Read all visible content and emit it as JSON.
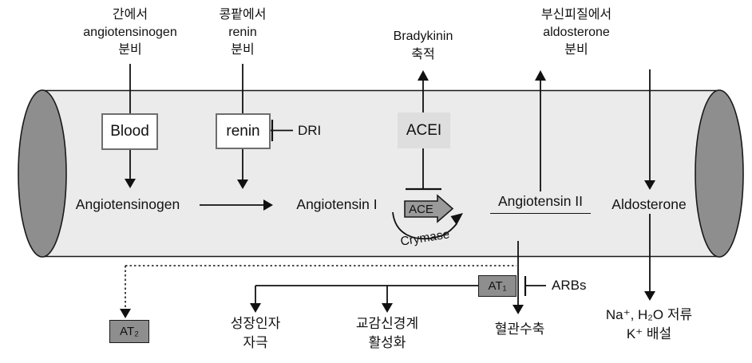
{
  "diagram": {
    "title_hint": "renin-angiotensin-aldosterone pathway",
    "top_labels": {
      "liver": {
        "line1": "간에서",
        "line2": "angiotensinogen",
        "line3": "분비"
      },
      "kidney": {
        "line1": "콩팥에서",
        "line2": "renin",
        "line3": "분비"
      },
      "bradykinin": {
        "line1": "Bradykinin",
        "line2": "축적"
      },
      "adrenal": {
        "line1": "부신피질에서",
        "line2": "aldosterone",
        "line3": "분비"
      }
    },
    "boxes": {
      "blood": "Blood",
      "renin": "renin",
      "acei": "ACEI",
      "ace": "ACE",
      "at1": "AT₁",
      "at2": "AT₂"
    },
    "drugs": {
      "dri": "DRI",
      "arbs": "ARBs"
    },
    "pathway": {
      "angiotensinogen": "Angiotensinogen",
      "angiotensin1": "Angiotensin I",
      "angiotensin2": "Angiotensin II",
      "aldosterone": "Aldosterone",
      "chymase": "Crymase"
    },
    "effects": {
      "growth": {
        "line1": "성장인자",
        "line2": "자극"
      },
      "sympathetic": {
        "line1": "교감신경계",
        "line2": "활성화"
      },
      "vasoconstriction": "혈관수축",
      "renal": {
        "line1": "Na⁺, H₂O 저류",
        "line2": "K⁺ 배설"
      }
    },
    "colors": {
      "vessel_body": "#ebebeb",
      "vessel_end": "#8e8e8e",
      "inhibitor_box": "#dedede",
      "receptor_box": "#8e8e8e",
      "ace_arrow": "#9a9a9a",
      "line": "#111111"
    }
  }
}
